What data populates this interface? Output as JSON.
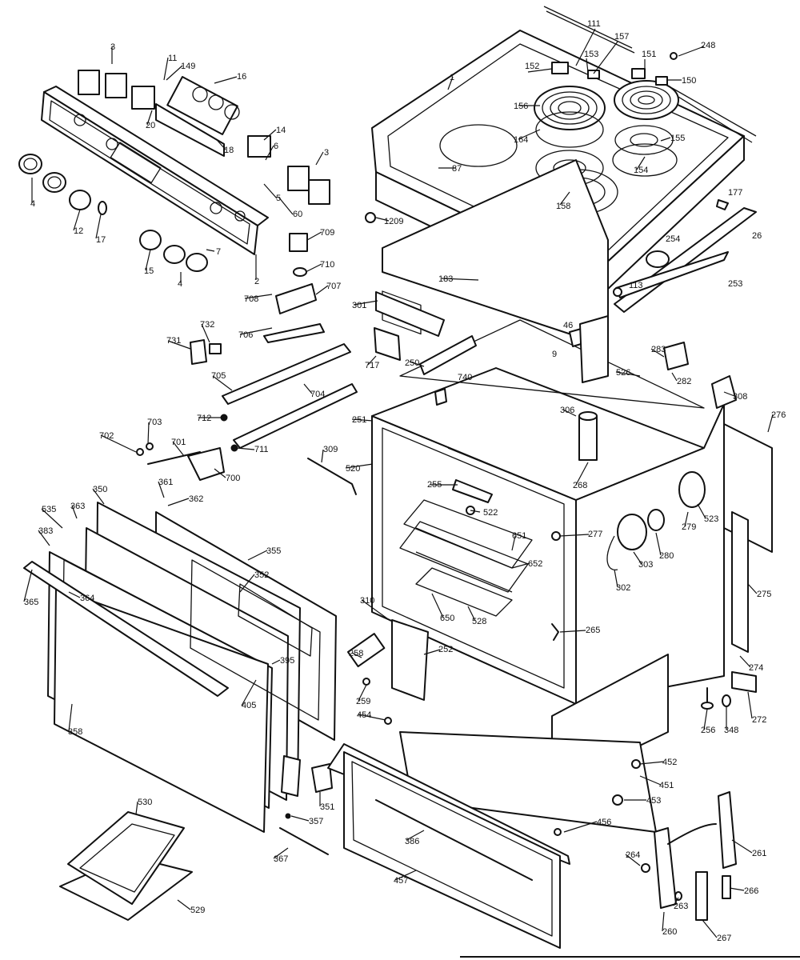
{
  "diagram": {
    "callouts": [
      {
        "id": "cooktop",
        "text": "1"
      },
      {
        "id": "backsplash-panel",
        "text": "2"
      },
      {
        "id": "infinite-switch-top",
        "text": "3"
      },
      {
        "id": "infinite-switch-right",
        "text": "3"
      },
      {
        "id": "knobs-left",
        "text": "4"
      },
      {
        "id": "knobs-bottom",
        "text": "4"
      },
      {
        "id": "label-5",
        "text": "5"
      },
      {
        "id": "label-6",
        "text": "6"
      },
      {
        "id": "label-7",
        "text": "7"
      },
      {
        "id": "label-9",
        "text": "9"
      },
      {
        "id": "label-11-left",
        "text": "11"
      },
      {
        "id": "label-11-top",
        "text": "111"
      },
      {
        "id": "label-12",
        "text": "12"
      },
      {
        "id": "label-14",
        "text": "14"
      },
      {
        "id": "label-15",
        "text": "15"
      },
      {
        "id": "label-16",
        "text": "16"
      },
      {
        "id": "label-17",
        "text": "17"
      },
      {
        "id": "label-18",
        "text": "18"
      },
      {
        "id": "label-20",
        "text": "20"
      },
      {
        "id": "label-26",
        "text": "26"
      },
      {
        "id": "label-46",
        "text": "46"
      },
      {
        "id": "label-60",
        "text": "60"
      },
      {
        "id": "label-87",
        "text": "87"
      },
      {
        "id": "label-113",
        "text": "113"
      },
      {
        "id": "label-149",
        "text": "149"
      },
      {
        "id": "label-150",
        "text": "150"
      },
      {
        "id": "label-151",
        "text": "151"
      },
      {
        "id": "label-152",
        "text": "152"
      },
      {
        "id": "label-153",
        "text": "153"
      },
      {
        "id": "label-154",
        "text": "154"
      },
      {
        "id": "label-155",
        "text": "155"
      },
      {
        "id": "label-156",
        "text": "156"
      },
      {
        "id": "label-157",
        "text": "157"
      },
      {
        "id": "label-158",
        "text": "158"
      },
      {
        "id": "label-164",
        "text": "164"
      },
      {
        "id": "label-177",
        "text": "177"
      },
      {
        "id": "label-183",
        "text": "183"
      },
      {
        "id": "label-248",
        "text": "248"
      },
      {
        "id": "label-250",
        "text": "250"
      },
      {
        "id": "label-251",
        "text": "251"
      },
      {
        "id": "label-252",
        "text": "252"
      },
      {
        "id": "label-253",
        "text": "253"
      },
      {
        "id": "label-254",
        "text": "254"
      },
      {
        "id": "label-255",
        "text": "255"
      },
      {
        "id": "label-256",
        "text": "256"
      },
      {
        "id": "label-258",
        "text": "258"
      },
      {
        "id": "label-259",
        "text": "259"
      },
      {
        "id": "label-260",
        "text": "260"
      },
      {
        "id": "label-261",
        "text": "261"
      },
      {
        "id": "label-263",
        "text": "263"
      },
      {
        "id": "label-264",
        "text": "264"
      },
      {
        "id": "label-265",
        "text": "265"
      },
      {
        "id": "label-266",
        "text": "266"
      },
      {
        "id": "label-267",
        "text": "267"
      },
      {
        "id": "label-268",
        "text": "268"
      },
      {
        "id": "label-272",
        "text": "272"
      },
      {
        "id": "label-274",
        "text": "274"
      },
      {
        "id": "label-275",
        "text": "275"
      },
      {
        "id": "label-276",
        "text": "276"
      },
      {
        "id": "label-277",
        "text": "277"
      },
      {
        "id": "label-279",
        "text": "279"
      },
      {
        "id": "label-280",
        "text": "280"
      },
      {
        "id": "label-282",
        "text": "282"
      },
      {
        "id": "label-283",
        "text": "283"
      },
      {
        "id": "label-301",
        "text": "301"
      },
      {
        "id": "label-302",
        "text": "302"
      },
      {
        "id": "label-303",
        "text": "303"
      },
      {
        "id": "label-306",
        "text": "306"
      },
      {
        "id": "label-308",
        "text": "308"
      },
      {
        "id": "label-309",
        "text": "309"
      },
      {
        "id": "label-310",
        "text": "310"
      },
      {
        "id": "label-348",
        "text": "348"
      },
      {
        "id": "label-350",
        "text": "350"
      },
      {
        "id": "label-351",
        "text": "351"
      },
      {
        "id": "label-352",
        "text": "352"
      },
      {
        "id": "label-355",
        "text": "355"
      },
      {
        "id": "label-357",
        "text": "357"
      },
      {
        "id": "label-358",
        "text": "358"
      },
      {
        "id": "label-361",
        "text": "361"
      },
      {
        "id": "label-362",
        "text": "362"
      },
      {
        "id": "label-363",
        "text": "363"
      },
      {
        "id": "label-364",
        "text": "364"
      },
      {
        "id": "label-365",
        "text": "365"
      },
      {
        "id": "label-367",
        "text": "367"
      },
      {
        "id": "label-383",
        "text": "383"
      },
      {
        "id": "label-386",
        "text": "386"
      },
      {
        "id": "label-395",
        "text": "395"
      },
      {
        "id": "label-405",
        "text": "405"
      },
      {
        "id": "label-451",
        "text": "451"
      },
      {
        "id": "label-452",
        "text": "452"
      },
      {
        "id": "label-453",
        "text": "453"
      },
      {
        "id": "label-454",
        "text": "454"
      },
      {
        "id": "label-456",
        "text": "456"
      },
      {
        "id": "label-457",
        "text": "457"
      },
      {
        "id": "label-520",
        "text": "520"
      },
      {
        "id": "label-522",
        "text": "522"
      },
      {
        "id": "label-523",
        "text": "523"
      },
      {
        "id": "label-526",
        "text": "526"
      },
      {
        "id": "label-528",
        "text": "528"
      },
      {
        "id": "label-529",
        "text": "529"
      },
      {
        "id": "label-530",
        "text": "530"
      },
      {
        "id": "label-535",
        "text": "535"
      },
      {
        "id": "label-650",
        "text": "650"
      },
      {
        "id": "label-651",
        "text": "651"
      },
      {
        "id": "label-652",
        "text": "652"
      },
      {
        "id": "label-700",
        "text": "700"
      },
      {
        "id": "label-701",
        "text": "701"
      },
      {
        "id": "label-702",
        "text": "702"
      },
      {
        "id": "label-703",
        "text": "703"
      },
      {
        "id": "label-704",
        "text": "704"
      },
      {
        "id": "label-705",
        "text": "705"
      },
      {
        "id": "label-706",
        "text": "706"
      },
      {
        "id": "label-707",
        "text": "707"
      },
      {
        "id": "label-708",
        "text": "708"
      },
      {
        "id": "label-709",
        "text": "709"
      },
      {
        "id": "label-710",
        "text": "710"
      },
      {
        "id": "label-711",
        "text": "711"
      },
      {
        "id": "label-712",
        "text": "712"
      },
      {
        "id": "label-717",
        "text": "717"
      },
      {
        "id": "label-731",
        "text": "731"
      },
      {
        "id": "label-732",
        "text": "732"
      },
      {
        "id": "label-740",
        "text": "740"
      },
      {
        "id": "label-1209",
        "text": "1209"
      }
    ]
  }
}
